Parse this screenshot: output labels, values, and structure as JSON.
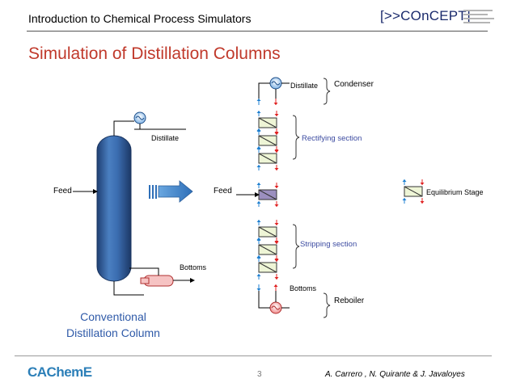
{
  "header": {
    "title": "Introduction to Chemical Process Simulators",
    "logo_text": "[>>COnCEPT]"
  },
  "slide": {
    "title": "Simulation of Distillation Columns"
  },
  "conventional": {
    "feed": "Feed",
    "distillate": "Distillate",
    "bottoms": "Bottoms",
    "caption_line1": "Conventional",
    "caption_line2": "Distillation Column"
  },
  "staged": {
    "distillate": "Distillate",
    "condenser": "Condenser",
    "rectifying": "Rectifying section",
    "feed": "Feed",
    "stripping": "Stripping  section",
    "bottoms": "Bottoms",
    "reboiler": "Reboiler",
    "legend": "Equilibrium Stage"
  },
  "footer": {
    "logo": "CAChemE",
    "page": "3",
    "authors": "A. Carrero , N. Quirante & J. Javaloyes"
  },
  "colors": {
    "title_red": "#c0392b",
    "caption_blue": "#2f5aa8",
    "section_blue": "#3b4aa0",
    "column_blue": "#2e5f9e",
    "stage_green": "#eef5d6",
    "feed_stage_purple": "#9b8fbf",
    "arrow_red": "#e02020",
    "arrow_blue": "#1e7fd0",
    "hx_pink": "#f4b8b8"
  }
}
